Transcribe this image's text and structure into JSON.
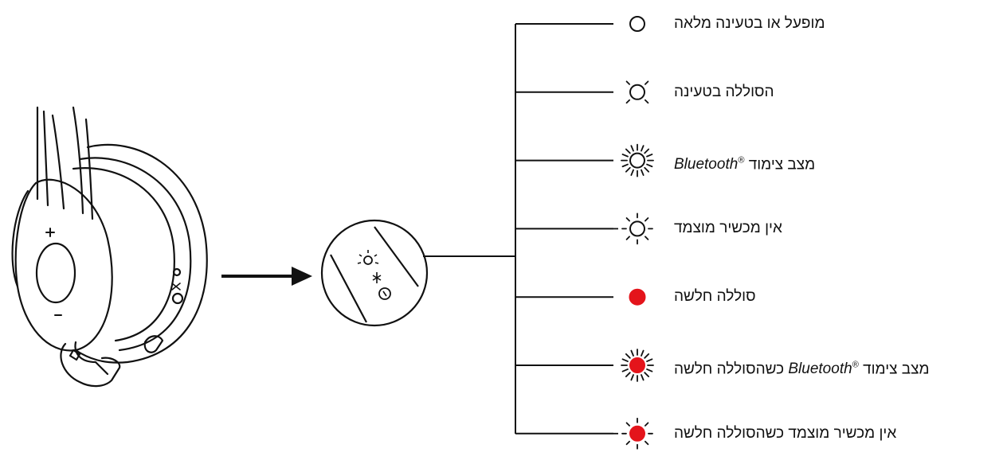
{
  "diagram": {
    "headset_buttons": {
      "plus": "+",
      "minus": "–"
    },
    "brand": {
      "line": "#111111",
      "led_red": "#e4141b",
      "text": "#111111"
    },
    "legend": [
      {
        "text": "מופעל או בטעינה מלאה",
        "bt_prefix": "",
        "bt_word": "",
        "bt_mark": "",
        "icon": "led-off-ring",
        "color": "#ffffff"
      },
      {
        "text": "הסוללה בטעינה",
        "bt_prefix": "",
        "bt_word": "",
        "bt_mark": "",
        "icon": "led-slow-pulse",
        "color": "#ffffff"
      },
      {
        "text": "",
        "bt_prefix": "מצב צימוד",
        "bt_word": "Bluetooth",
        "bt_mark": "®",
        "icon": "led-fast-flash",
        "color": "#ffffff"
      },
      {
        "text": "אין מכשיר מוצמד",
        "bt_prefix": "",
        "bt_word": "",
        "bt_mark": "",
        "icon": "led-blink",
        "color": "#ffffff"
      },
      {
        "text": "סוללה חלשה",
        "bt_prefix": "",
        "bt_word": "",
        "bt_mark": "",
        "icon": "led-solid-red",
        "color": "#e4141b"
      },
      {
        "text": "כשהסוללה חלשה",
        "bt_prefix": "מצב צימוד",
        "bt_word": "Bluetooth",
        "bt_mark": "®",
        "icon": "led-fast-flash-red",
        "color": "#e4141b"
      },
      {
        "text": "אין מכשיר מוצמד כשהסוללה חלשה",
        "bt_prefix": "",
        "bt_word": "",
        "bt_mark": "",
        "icon": "led-blink-red",
        "color": "#e4141b"
      }
    ]
  }
}
